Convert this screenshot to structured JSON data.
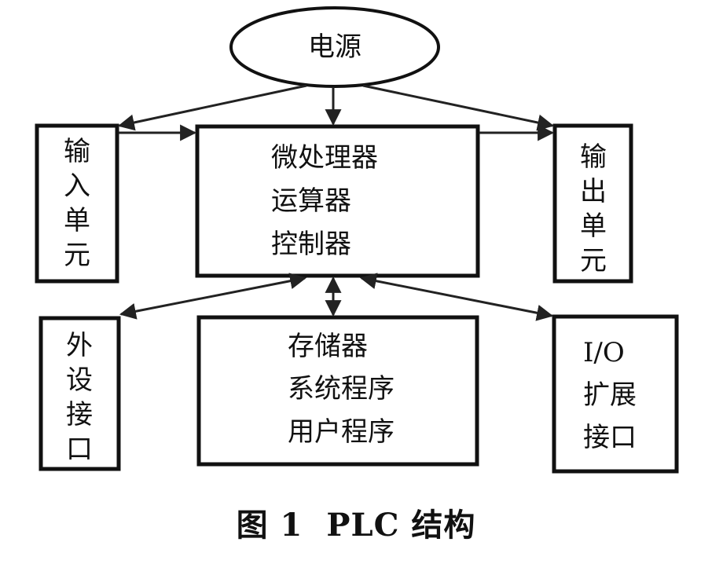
{
  "nodes": {
    "power": "电源",
    "input_unit": [
      "输",
      "入",
      "单",
      "元"
    ],
    "cpu": [
      "微处理器",
      "运算器",
      "控制器"
    ],
    "output_unit": [
      "输",
      "出",
      "单",
      "元"
    ],
    "peripheral_interface": [
      "外",
      "设",
      "接",
      "口"
    ],
    "memory": [
      "存储器",
      "系统程序",
      "用户程序"
    ],
    "io_expansion": [
      "I/O",
      "扩展",
      "接口"
    ]
  },
  "caption": {
    "figure_label": "图 1",
    "title": "PLC 结构"
  }
}
